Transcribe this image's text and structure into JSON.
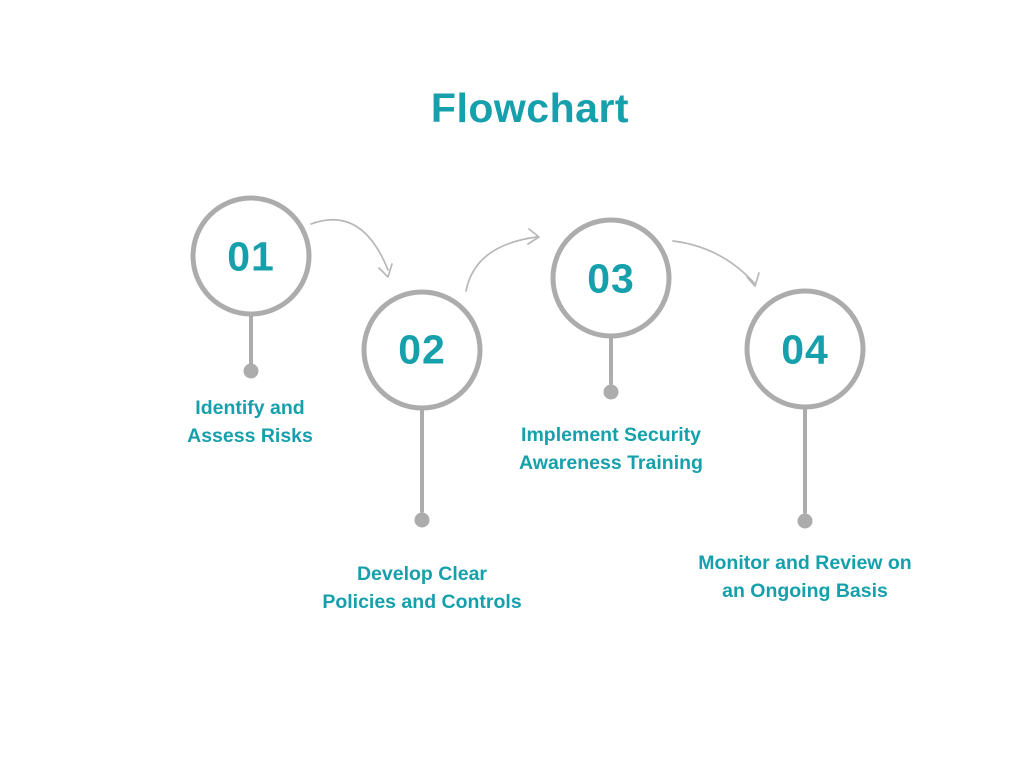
{
  "title": "Flowchart",
  "colors": {
    "accent_teal": "#16a0ac",
    "shape_gray": "#acacac",
    "arrow_gray": "#b8b8b8",
    "background": "#ffffff"
  },
  "steps": [
    {
      "number": "01",
      "label_line1": "Identify and",
      "label_line2": "Assess Risks"
    },
    {
      "number": "02",
      "label_line1": "Develop Clear",
      "label_line2": "Policies and Controls"
    },
    {
      "number": "03",
      "label_line1": "Implement Security",
      "label_line2": "Awareness Training"
    },
    {
      "number": "04",
      "label_line1": "Monitor and Review on",
      "label_line2": "an Ongoing Basis"
    }
  ]
}
